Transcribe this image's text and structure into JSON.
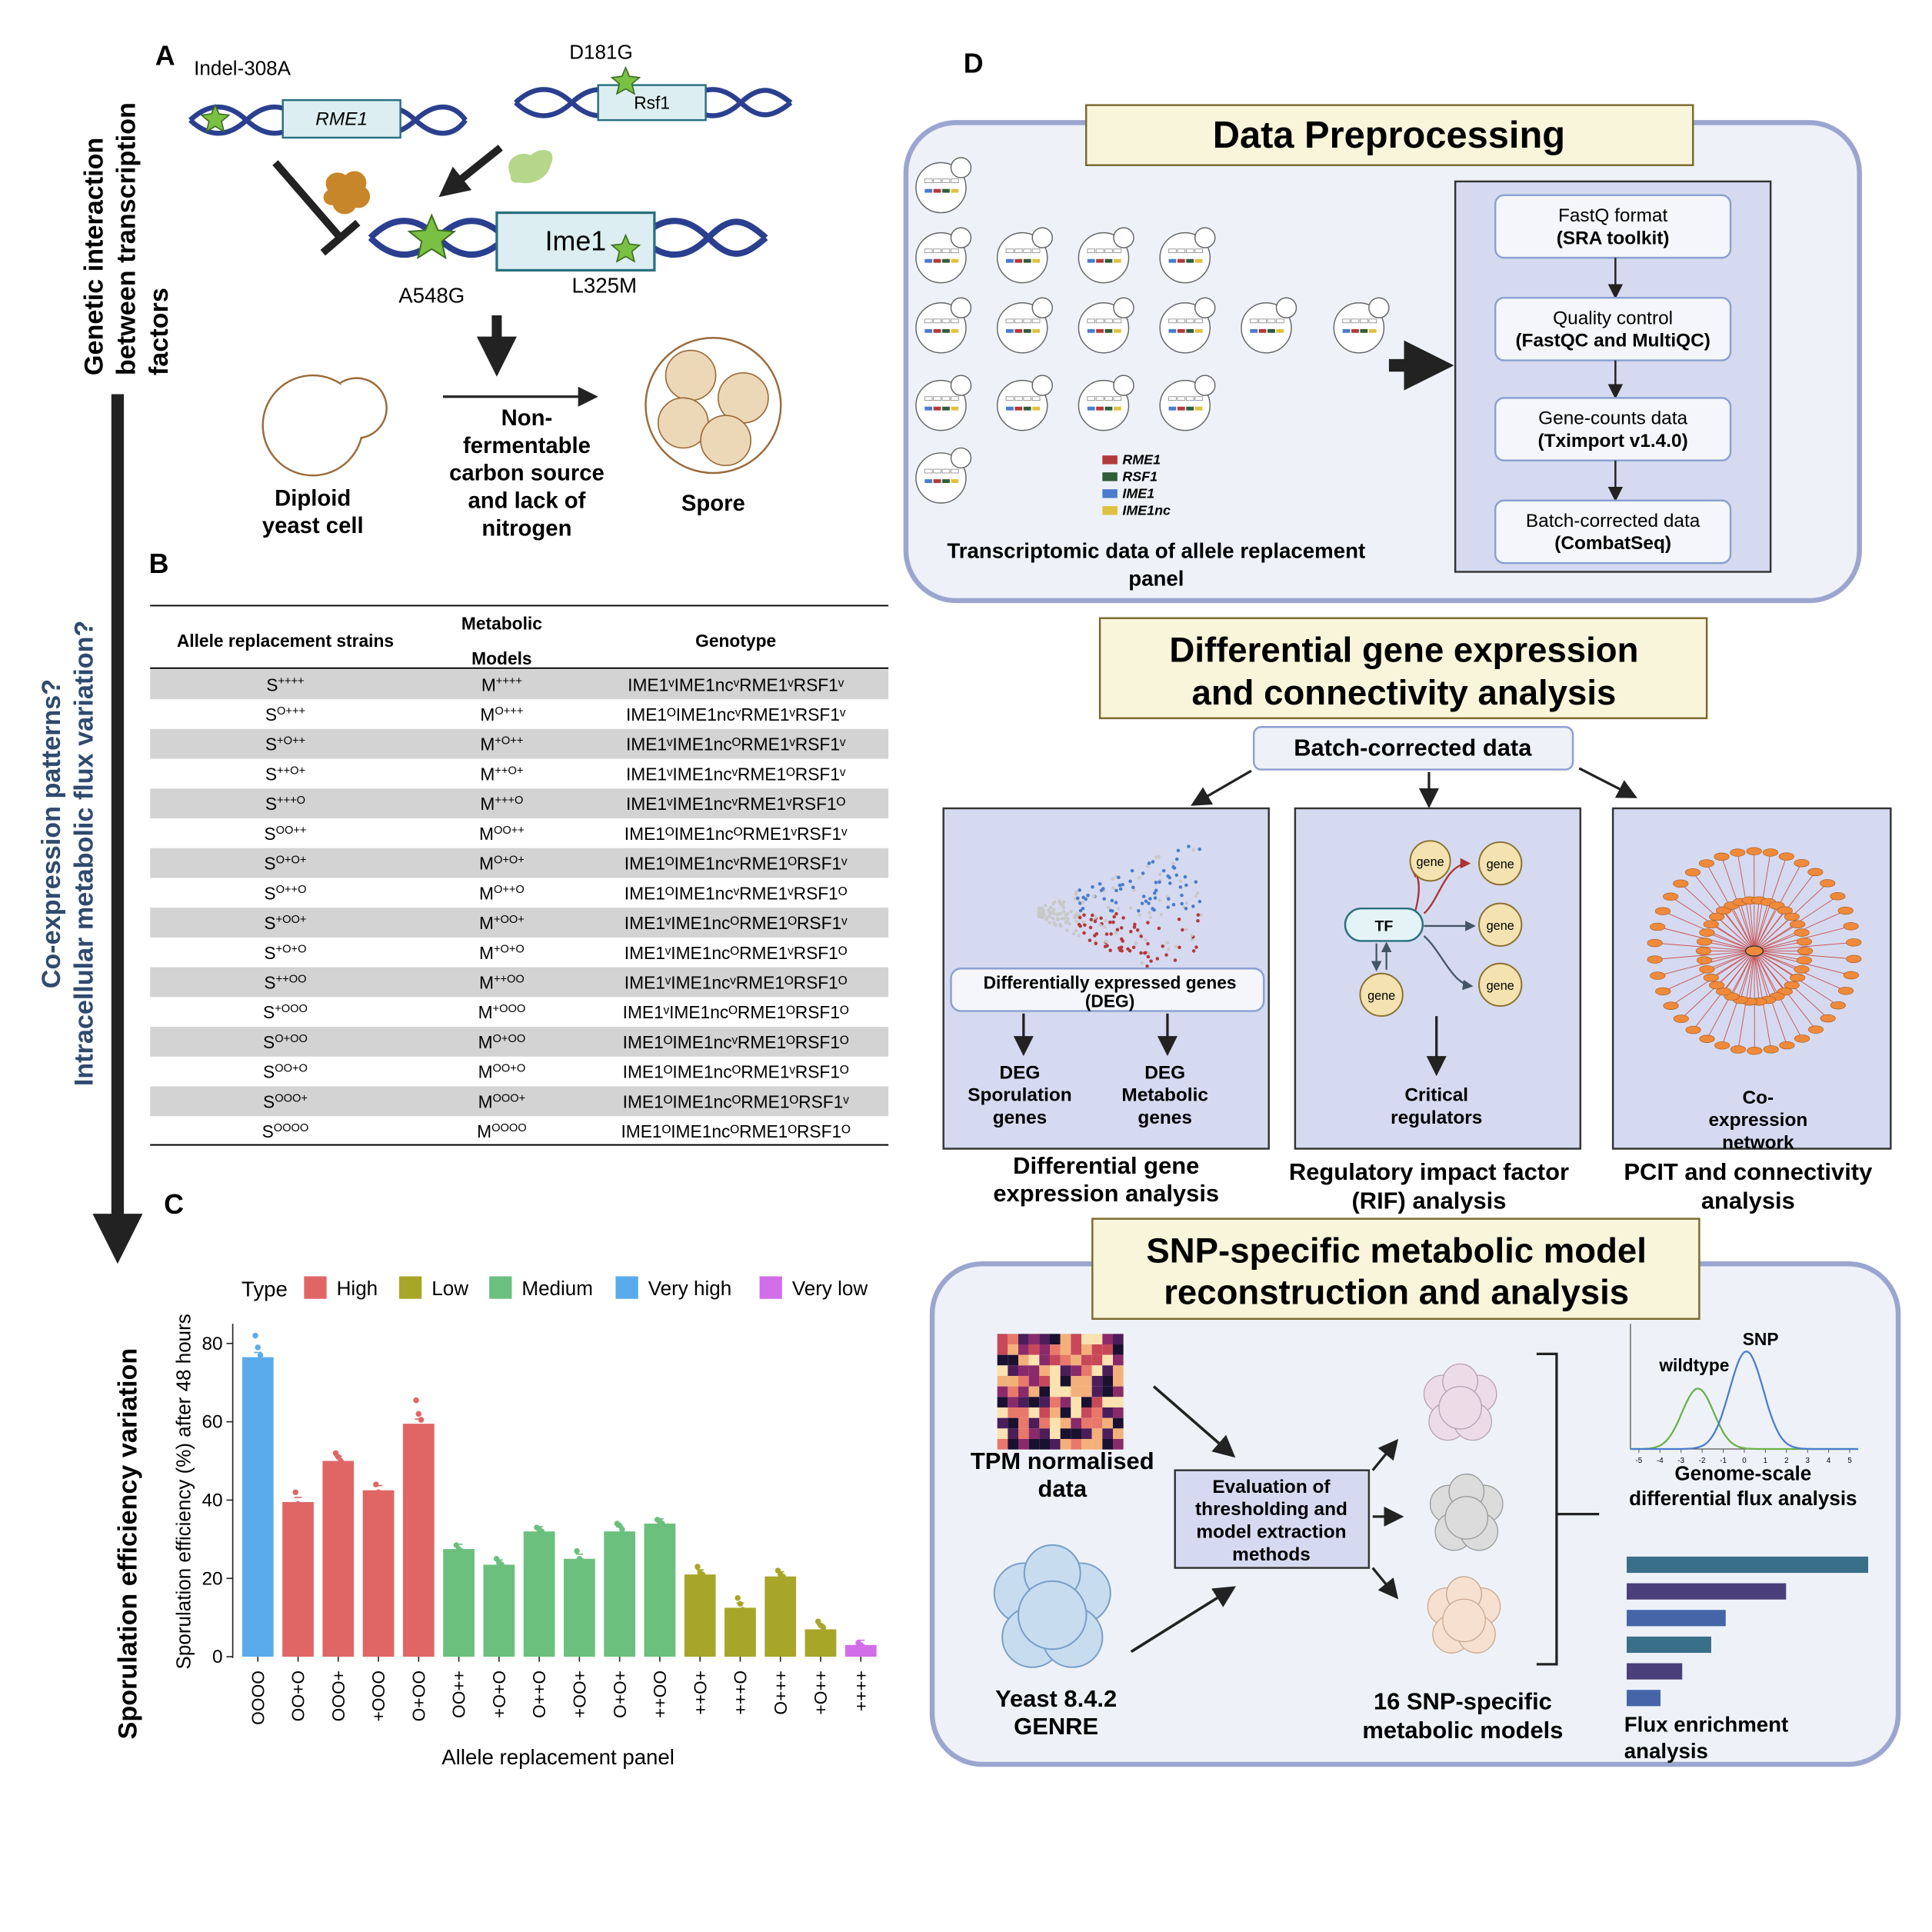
{
  "panelA": {
    "letter": "A",
    "side_label_lines": [
      "Genetic interaction",
      "between transcription",
      "factors"
    ],
    "indel": "Indel-308A",
    "rme1": "RME1",
    "d181g": "D181G",
    "rsf1": "Rsf1",
    "ime1": "Ime1",
    "a548g": "A548G",
    "l325m": "L325M",
    "diploid_lines": [
      "Diploid",
      "yeast cell"
    ],
    "condition_lines": [
      "Non-",
      "fermentable",
      "carbon source",
      "and lack of",
      "nitrogen"
    ],
    "spore": "Spore"
  },
  "side_labels": {
    "coexpr": "Co-expression patterns?",
    "intracellular": "Intracellular metabolic  flux variation?",
    "sporulation": "Sporulation efficiency variation"
  },
  "panelB": {
    "letter": "B",
    "headers": {
      "strains": "Allele replacement strains",
      "models_line1": "Metabolic",
      "models_line2": "Models",
      "genotype": "Genotype"
    },
    "rows": [
      {
        "s": "S",
        "sup": "++++",
        "m": "M",
        "g": "IME1ᵛIME1ncᵛRME1ᵛRSF1ᵛ"
      },
      {
        "s": "S",
        "sup": "O+++",
        "m": "M",
        "g": "IME1ᴼIME1ncᵛRME1ᵛRSF1ᵛ"
      },
      {
        "s": "S",
        "sup": "+O++",
        "m": "M",
        "g": "IME1ᵛIME1ncᴼRME1ᵛRSF1ᵛ"
      },
      {
        "s": "S",
        "sup": "++O+",
        "m": "M",
        "g": "IME1ᵛIME1ncᵛRME1ᴼRSF1ᵛ"
      },
      {
        "s": "S",
        "sup": "+++O",
        "m": "M",
        "g": "IME1ᵛIME1ncᵛRME1ᵛRSF1ᴼ"
      },
      {
        "s": "S",
        "sup": "OO++",
        "m": "M",
        "g": "IME1ᴼIME1ncᴼRME1ᵛRSF1ᵛ"
      },
      {
        "s": "S",
        "sup": "O+O+",
        "m": "M",
        "g": "IME1ᴼIME1ncᵛRME1ᴼRSF1ᵛ"
      },
      {
        "s": "S",
        "sup": "O++O",
        "m": "M",
        "g": "IME1ᴼIME1ncᵛRME1ᵛRSF1ᴼ"
      },
      {
        "s": "S",
        "sup": "+OO+",
        "m": "M",
        "g": "IME1ᵛIME1ncᴼRME1ᴼRSF1ᵛ"
      },
      {
        "s": "S",
        "sup": "+O+O",
        "m": "M",
        "g": "IME1ᵛIME1ncᴼRME1ᵛRSF1ᴼ"
      },
      {
        "s": "S",
        "sup": "++OO",
        "m": "M",
        "g": "IME1ᵛIME1ncᵛRME1ᴼRSF1ᴼ"
      },
      {
        "s": "S",
        "sup": "+OOO",
        "m": "M",
        "g": "IME1ᵛIME1ncᴼRME1ᴼRSF1ᴼ"
      },
      {
        "s": "S",
        "sup": "O+OO",
        "m": "M",
        "g": "IME1ᴼIME1ncᵛRME1ᴼRSF1ᴼ"
      },
      {
        "s": "S",
        "sup": "OO+O",
        "m": "M",
        "g": "IME1ᴼIME1ncᴼRME1ᵛRSF1ᴼ"
      },
      {
        "s": "S",
        "sup": "OOO+",
        "m": "M",
        "g": "IME1ᴼIME1ncᴼRME1ᴼRSF1ᵛ"
      },
      {
        "s": "S",
        "sup": "OOOO",
        "m": "M",
        "g": "IME1ᴼIME1ncᴼRME1ᴼRSF1ᴼ"
      }
    ]
  },
  "panelC": {
    "letter": "C"
  },
  "chart_data": {
    "type": "bar",
    "xlabel": "Allele replacement panel",
    "ylabel": "Sporulation efficiency (%) after 48 hours",
    "ylim": [
      0,
      85
    ],
    "yticks": [
      0,
      20,
      40,
      60,
      80
    ],
    "legend_title": "Type",
    "legend": [
      {
        "name": "High",
        "color": "#e06666"
      },
      {
        "name": "Low",
        "color": "#a8a629"
      },
      {
        "name": "Medium",
        "color": "#6cc07e"
      },
      {
        "name": "Very high",
        "color": "#5aabeb"
      },
      {
        "name": "Very low",
        "color": "#d16ee8"
      }
    ],
    "categories": [
      "OOOO",
      "OO+O",
      "OOO+",
      "+OOO",
      "O+OO",
      "OO++",
      "+O+O",
      "O++O",
      "+OO+",
      "O+O+",
      "++OO",
      "++O+",
      "+++O",
      "O+++",
      "+O++",
      "++++"
    ],
    "types": [
      "Very high",
      "High",
      "High",
      "High",
      "High",
      "Medium",
      "Medium",
      "Medium",
      "Medium",
      "Medium",
      "Medium",
      "Low",
      "Low",
      "Low",
      "Low",
      "Very low"
    ],
    "values": [
      76.5,
      39.5,
      50,
      42.5,
      59.5,
      27.5,
      23.5,
      32,
      25,
      32,
      34,
      21,
      12.5,
      20.5,
      7,
      3
    ],
    "points": [
      [
        82,
        79,
        77
      ],
      [
        42,
        39,
        38.5
      ],
      [
        52,
        51,
        50
      ],
      [
        44,
        42,
        41.5
      ],
      [
        65.5,
        62,
        60.5
      ],
      [
        28.5,
        27.5,
        27
      ],
      [
        25,
        24,
        23.5
      ],
      [
        33,
        32.5,
        32
      ],
      [
        27,
        25,
        24.5
      ],
      [
        34,
        33.5,
        32.5
      ],
      [
        35,
        34.5,
        34
      ],
      [
        23,
        21.5,
        21
      ],
      [
        15,
        13.5,
        12
      ],
      [
        22,
        21,
        20.5
      ],
      [
        9,
        8,
        7.5
      ],
      [
        3.5,
        3,
        2.5
      ]
    ]
  },
  "panelD": {
    "letter": "D",
    "preproc_title": "Data Preprocessing",
    "steps": [
      {
        "line1": "FastQ format",
        "line2": "(SRA toolkit)"
      },
      {
        "line1": "Quality control",
        "line2": "(FastQC and MultiQC)"
      },
      {
        "line1": "Gene-counts data",
        "line2": "(Tximport v1.4.0)"
      },
      {
        "line1": "Batch-corrected data",
        "line2": "(CombatSeq)"
      }
    ],
    "genes_legend": [
      {
        "name": "RME1",
        "color": "#b23a3a"
      },
      {
        "name": "RSF1",
        "color": "#2f5d3a"
      },
      {
        "name": "IME1",
        "color": "#4a7ccc"
      },
      {
        "name": "IME1nc",
        "color": "#e0c040"
      }
    ],
    "transcriptomic_lines": [
      "Transcriptomic data of allele replacement",
      "panel"
    ],
    "dge_title_lines": [
      "Differential gene expression",
      "and connectivity analysis"
    ],
    "batch_box": "Batch-corrected data",
    "deg_box_lines": [
      "Differentially expressed genes",
      "(DEG)"
    ],
    "deg_sporulation_lines": [
      "DEG",
      "Sporulation",
      "genes"
    ],
    "deg_metabolic_lines": [
      "DEG",
      "Metabolic",
      "genes"
    ],
    "dge_caption_lines": [
      "Differential gene",
      "expression analysis"
    ],
    "tf": "TF",
    "gene": "gene",
    "critical_lines": [
      "Critical",
      "regulators"
    ],
    "rif_caption_lines": [
      "Regulatory impact factor",
      "(RIF) analysis"
    ],
    "coexpr_lines": [
      "Co-",
      "expression",
      "network"
    ],
    "pcit_caption_lines": [
      "PCIT and connectivity",
      "analysis"
    ],
    "snp_title_lines": [
      "SNP-specific metabolic model",
      "reconstruction and analysis"
    ],
    "tpm_lines": [
      "TPM normalised",
      "data"
    ],
    "eval_lines": [
      "Evaluation of",
      "thresholding and",
      "model extraction",
      "methods"
    ],
    "genre_lines": [
      "Yeast 8.4.2",
      "GENRE"
    ],
    "models_lines": [
      "16 SNP-specific",
      "metabolic models"
    ],
    "wildtype": "wildtype",
    "snp": "SNP",
    "dist_ticks": [
      "-5",
      "-4",
      "-3",
      "-2",
      "-1",
      "0",
      "1",
      "2",
      "3",
      "4",
      "5"
    ],
    "gsdfa_lines": [
      "Genome-scale",
      "differential flux analysis"
    ],
    "fea_lines": [
      "Flux enrichment",
      "analysis"
    ],
    "flux_bars": [
      {
        "value": 1.0,
        "color": "#3a6f8a"
      },
      {
        "value": 0.66,
        "color": "#4a3f7a"
      },
      {
        "value": 0.41,
        "color": "#4565a8"
      },
      {
        "value": 0.35,
        "color": "#3a6f8a"
      },
      {
        "value": 0.23,
        "color": "#4a3f7a"
      },
      {
        "value": 0.14,
        "color": "#4565a8"
      }
    ]
  }
}
